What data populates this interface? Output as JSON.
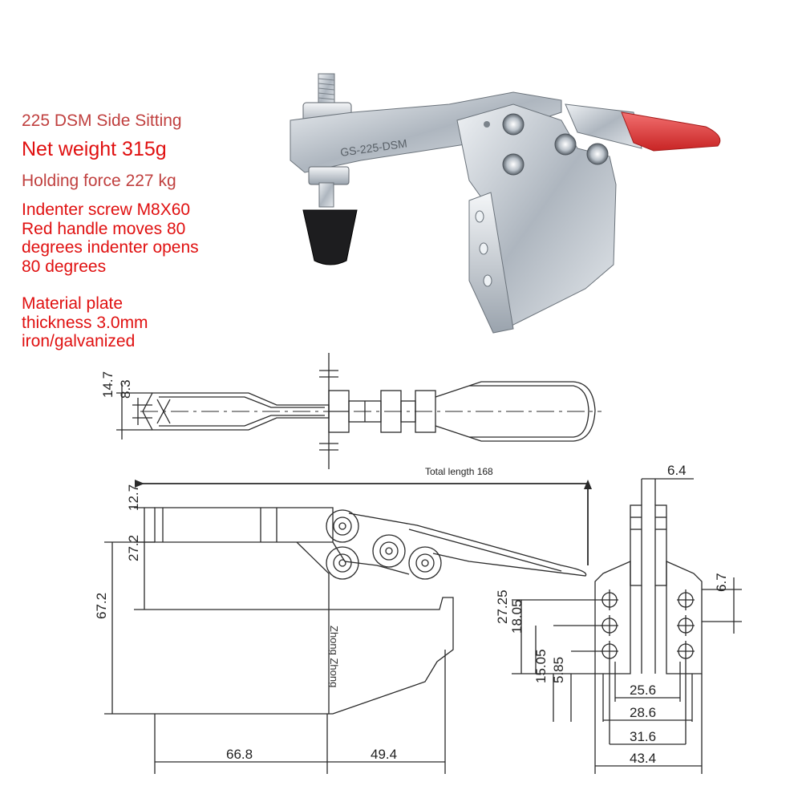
{
  "specs": {
    "title": "225 DSM Side Sitting",
    "net_weight": "Net weight 315g",
    "holding_force": "Holding force 227 kg",
    "indenter_lines": [
      "Indenter screw M8X60",
      "Red handle moves 80",
      "degrees indenter opens",
      "80 degrees"
    ],
    "material_lines": [
      "Material plate",
      "thickness 3.0mm",
      "iron/galvanized"
    ]
  },
  "product_marking": "GS-225-DSM",
  "watermark": "Zhong Zhong",
  "top_view_dims": {
    "width_outer": "14.7",
    "width_inner": "8.3"
  },
  "total_length": "Total length 168",
  "side_view_dims": {
    "top": "12.7",
    "middle": "27.2",
    "height": "67.2",
    "bottom_left": "66.8",
    "bottom_right": "49.4"
  },
  "end_view_dims": {
    "top_width": "6.4",
    "hole_spacing_right": "6.7",
    "vertical_a": "27.25",
    "vertical_b": "18.05",
    "vertical_c": "15.05",
    "vertical_d": "5.85",
    "width_a": "25.6",
    "width_b": "28.6",
    "width_c": "31.6",
    "width_d": "43.4"
  },
  "colors": {
    "spec_red": "#e01010",
    "spec_muted": "#c0403f",
    "handle_red": "#e23b3b",
    "steel": "#c9cfd6"
  }
}
